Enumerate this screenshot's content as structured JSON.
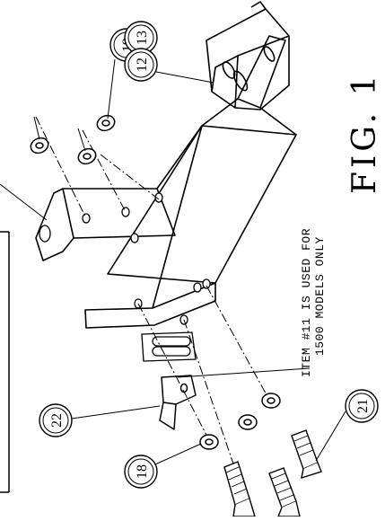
{
  "callouts": {
    "c19": "19",
    "c12": "12",
    "c13": "13",
    "c22": "22",
    "c18": "18",
    "c21": "21"
  },
  "note": {
    "line1": "ITEM #11 IS USED FOR",
    "line2": "1500 MODELS ONLY"
  },
  "figure_label": "FIG. 1"
}
